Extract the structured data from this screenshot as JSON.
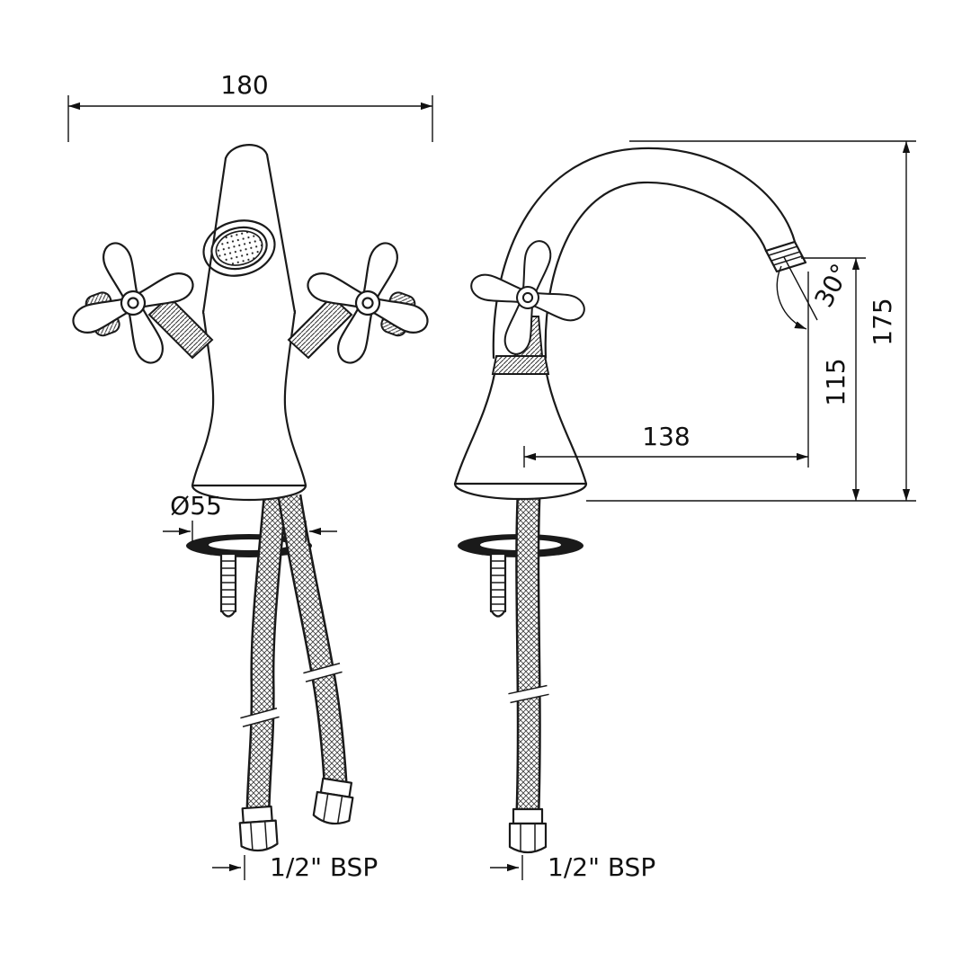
{
  "canvas": {
    "background": "#ffffff",
    "line_color": "#1a1a1a"
  },
  "drawing": {
    "dimensions": {
      "overall_width": "180",
      "overall_height": "175",
      "spout_height": "115",
      "spout_reach": "138",
      "spout_angle": "30°",
      "base_diameter": "Ø55",
      "inlet_thread_front": "1/2\" BSP",
      "inlet_thread_side": "1/2\" BSP"
    }
  }
}
